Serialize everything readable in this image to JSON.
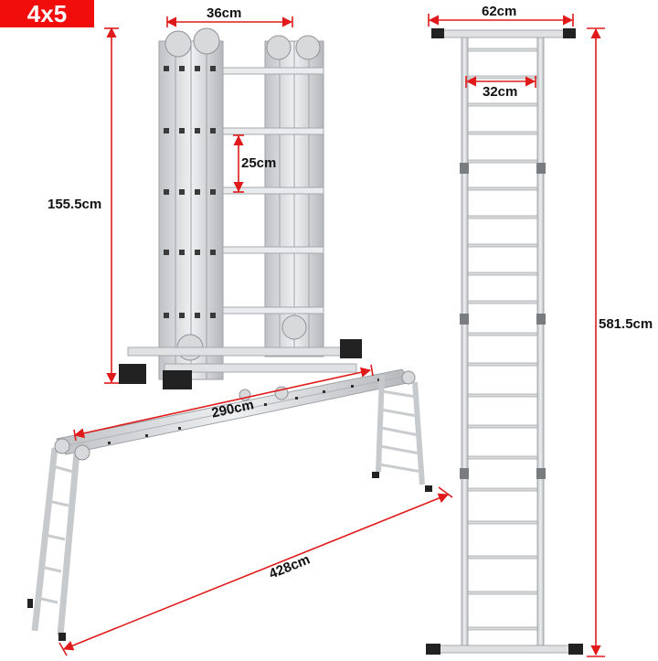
{
  "badge": {
    "label": "4x5",
    "color": "#f20d0d"
  },
  "dimension_color": "#e01a1a",
  "folded_view": {
    "width_label": "36cm",
    "height_label": "155.5cm",
    "rung_spacing_label": "25cm",
    "rungs": 5
  },
  "extended_view": {
    "outer_width_label": "62cm",
    "inner_width_label": "32cm",
    "height_label": "581.5cm",
    "rungs": 20
  },
  "scaffold_view": {
    "platform_length_label": "290cm",
    "overall_length_label": "428cm"
  }
}
